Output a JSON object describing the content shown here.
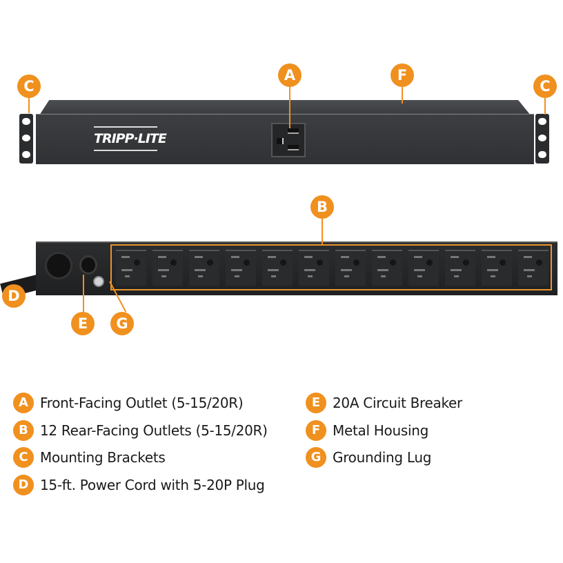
{
  "colors": {
    "accent": "#f0901e",
    "housing": "#34363a",
    "background": "#ffffff",
    "text": "#1a1a1a"
  },
  "front_view": {
    "brand_logo": "TRIPP·LITE",
    "callouts": [
      {
        "letter": "C",
        "position": "left-bracket"
      },
      {
        "letter": "A",
        "position": "front-outlet"
      },
      {
        "letter": "F",
        "position": "housing-top"
      },
      {
        "letter": "C",
        "position": "right-bracket"
      }
    ]
  },
  "rear_view": {
    "outlet_count": 12,
    "callouts": [
      {
        "letter": "B",
        "position": "outlet-bank"
      },
      {
        "letter": "D",
        "position": "power-cord"
      },
      {
        "letter": "E",
        "position": "circuit-breaker"
      },
      {
        "letter": "G",
        "position": "grounding-lug"
      }
    ]
  },
  "legend": {
    "left": [
      {
        "letter": "A",
        "text": "Front-Facing Outlet (5-15/20R)"
      },
      {
        "letter": "B",
        "text": "12 Rear-Facing Outlets (5-15/20R)"
      },
      {
        "letter": "C",
        "text": "Mounting Brackets"
      },
      {
        "letter": "D",
        "text": "15-ft. Power Cord with 5-20P Plug"
      }
    ],
    "right": [
      {
        "letter": "E",
        "text": "20A Circuit Breaker"
      },
      {
        "letter": "F",
        "text": "Metal Housing"
      },
      {
        "letter": "G",
        "text": "Grounding Lug"
      }
    ]
  }
}
